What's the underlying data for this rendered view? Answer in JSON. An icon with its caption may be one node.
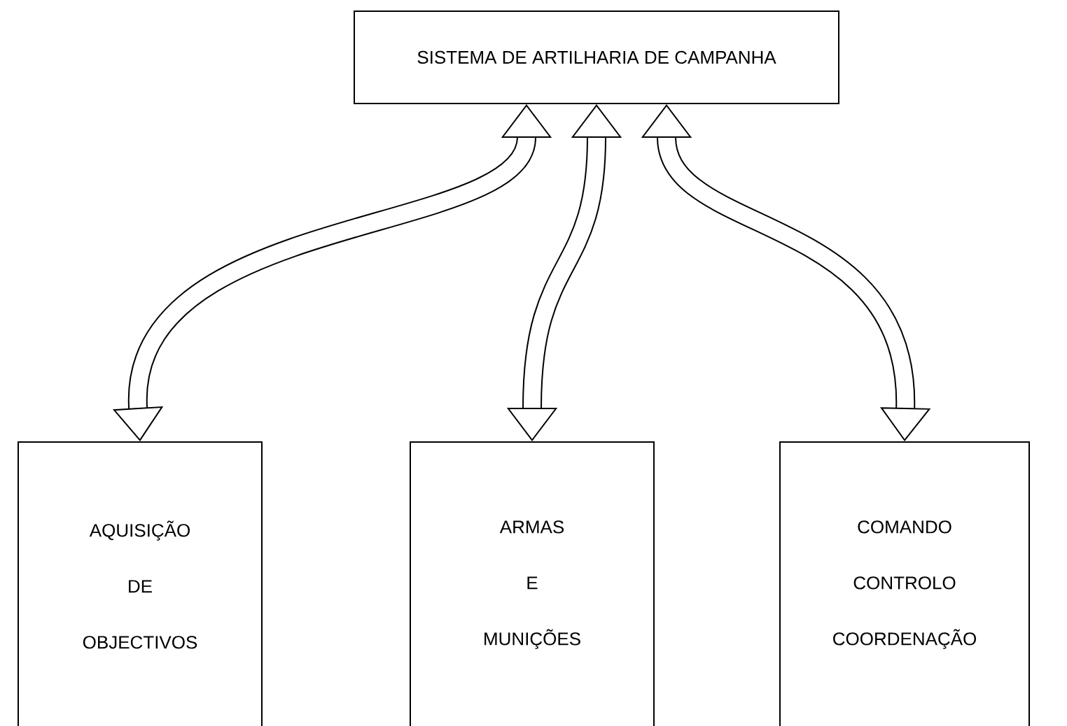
{
  "diagram": {
    "nodes": [
      {
        "text": [
          "SISTEMA DE ARTILHARIA DE CAMPANHA"
        ]
      },
      {
        "text": [
          "AQUISIÇÃO DE OBJECTIVOS"
        ]
      },
      {
        "text": [
          "ARMAS E MUNIÇÕES"
        ]
      },
      {
        "text": [
          "COMANDO CONTROLO COORDENAÇÃO"
        ]
      }
    ],
    "edges": [
      {
        "from": 0,
        "to": 1,
        "arrow": "both"
      },
      {
        "from": 0,
        "to": 2,
        "arrow": "both"
      },
      {
        "from": 0,
        "to": 3,
        "arrow": "both"
      }
    ]
  }
}
